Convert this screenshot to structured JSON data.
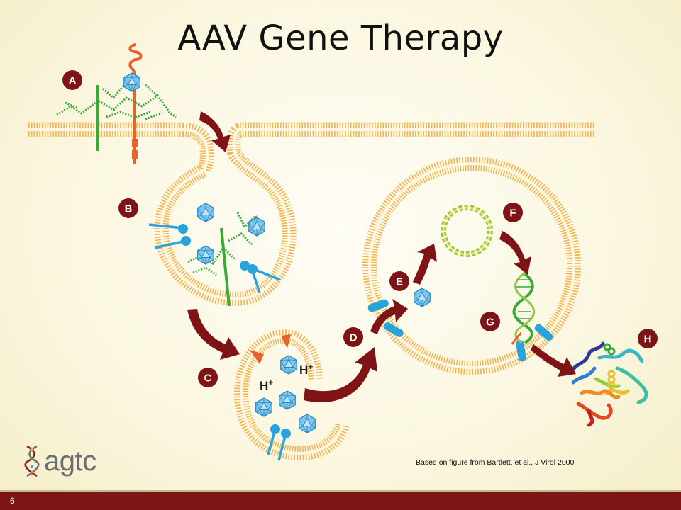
{
  "slide": {
    "title": "AAV Gene Therapy",
    "citation": "Based on figure from Bartlett, et al., J Virol 2000",
    "slide_number": "6"
  },
  "logo": {
    "text": "agtc"
  },
  "diagram": {
    "steps": [
      {
        "id": "a",
        "label": "A"
      },
      {
        "id": "b",
        "label": "B"
      },
      {
        "id": "c",
        "label": "C"
      },
      {
        "id": "d",
        "label": "D"
      },
      {
        "id": "e",
        "label": "E"
      },
      {
        "id": "f",
        "label": "F"
      },
      {
        "id": "g",
        "label": "G"
      },
      {
        "id": "h",
        "label": "H"
      }
    ],
    "proton_label": "H",
    "proton_charge": "+"
  },
  "colors": {
    "membrane": "#f2b24e",
    "membrane_dark": "#e7a03c",
    "arrow": "#7f1416",
    "label_badge": "#7f1416",
    "receptor_green": "#3aaa35",
    "receptor_orange": "#e8612c",
    "vesicle_blue": "#29a3dc",
    "capsid_blue": "#6cc0ea",
    "footer": "#7f1416"
  }
}
